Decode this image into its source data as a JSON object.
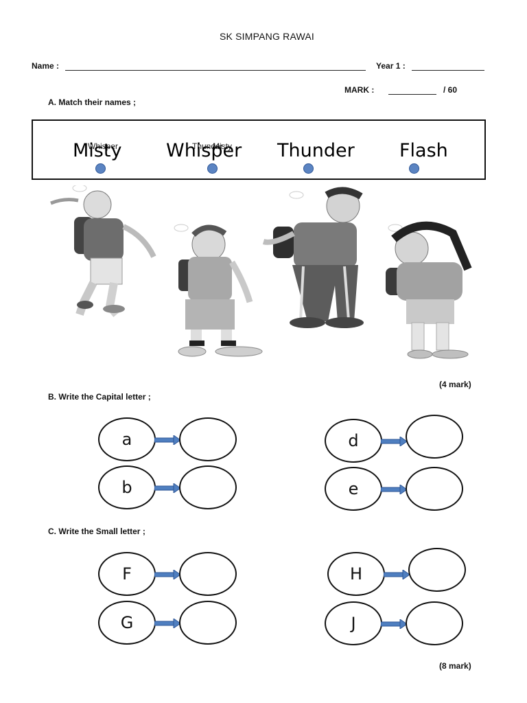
{
  "header": {
    "school": "SK SIMPANG RAWAI",
    "name_label": "Name :",
    "year_label": "Year 1 :",
    "mark_label": "MARK :",
    "mark_total": "/ 60"
  },
  "section_a": {
    "title": "A.   Match their names ;",
    "names": [
      "Misty",
      "Whisper",
      "Thunder",
      "Flash"
    ],
    "small_labels": [
      "Whisper",
      "Thunder",
      "Misty"
    ],
    "mark": "(4 mark)"
  },
  "section_b": {
    "title": "B.   Write the Capital letter  ;",
    "letters": [
      "a",
      "b",
      "d",
      "e"
    ]
  },
  "section_c": {
    "title": "C.   Write the Small letter ;",
    "letters": [
      "F",
      "G",
      "H",
      "J"
    ],
    "mark": "(8 mark)"
  },
  "colors": {
    "dot": "#5b84c2",
    "arrow": "#4f7fc0"
  }
}
